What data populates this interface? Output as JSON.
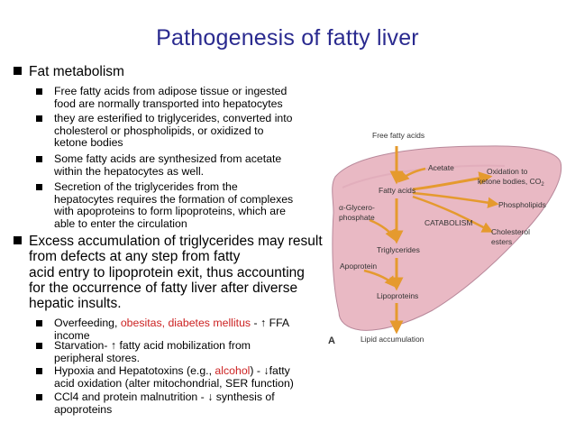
{
  "slide": {
    "title": "Pathogenesis of fatty liver",
    "fat_metabolism": {
      "heading": "Fat metabolism",
      "items": [
        [
          "Free fatty acids from adipose tissue or ingested",
          "food are normally transported into hepatocytes"
        ],
        [
          "they are esterified to triglycerides, converted into",
          "cholesterol or phospholipids, or oxidized to",
          "ketone bodies"
        ],
        [
          "Some fatty acids are synthesized from acetate",
          "within the hepatocytes as well."
        ],
        [
          "Secretion of the triglycerides from the",
          "hepatocytes requires the formation of complexes",
          "with apoproteins to form lipoproteins, which are",
          "able to enter the circulation"
        ]
      ]
    },
    "excess": {
      "lines": [
        "Excess accumulation of triglycerides may result",
        "from defects at any step from fatty",
        "acid entry to lipoprotein exit, thus accounting",
        "for the occurrence of fatty liver after diverse",
        "hepatic insults."
      ],
      "items": {
        "overfeeding": {
          "pre": "Overfeeding, ",
          "red": "obesitas, diabetes mellitus",
          "post": " - ",
          "arrow": "↑",
          "tail": " FFA",
          "line2": "income"
        },
        "starvation": {
          "pre": "Starvation- ",
          "arrow": "↑",
          "tail": " fatty acid mobilization from",
          "line2": "peripheral stores."
        },
        "hypoxia": {
          "pre": "Hypoxia and Hepatotoxins (e.g., ",
          "red": "alcohol",
          "post": ") - ",
          "arrow": "↓",
          "tail": "fatty",
          "line2": "acid oxidation (alter mitochondrial, SER function)"
        },
        "ccl4": {
          "pre": "CCl4 and protein malnutrition - ",
          "arrow": "↓",
          "tail": " synthesis of",
          "line2": "apoproteins"
        }
      }
    }
  },
  "figure": {
    "labels": {
      "free_fatty_acids": "Free fatty acids",
      "acetate": "Acetate",
      "fatty_acids": "Fatty acids",
      "glycero_1": "α-Glycero-",
      "glycero_2": "phosphate",
      "catabolism": "CATABOLISM",
      "oxidation_1": "Oxidation to",
      "oxidation_2": "ketone bodies, CO",
      "oxidation_sub": "2",
      "phospholipids": "Phospholipids",
      "cholesterol_1": "Cholesterol",
      "cholesterol_2": "esters",
      "triglycerides": "Triglycerides",
      "apoprotein": "Apoprotein",
      "lipoproteins": "Lipoproteins",
      "lipid_accumulation": "Lipid accumulation",
      "panel": "A"
    },
    "colors": {
      "liver_fill": "#e9b9c4",
      "liver_stroke": "#b8889a",
      "arrow": "#e59a2e",
      "title": "#2a2a8f",
      "highlight": "#cc2222"
    }
  }
}
